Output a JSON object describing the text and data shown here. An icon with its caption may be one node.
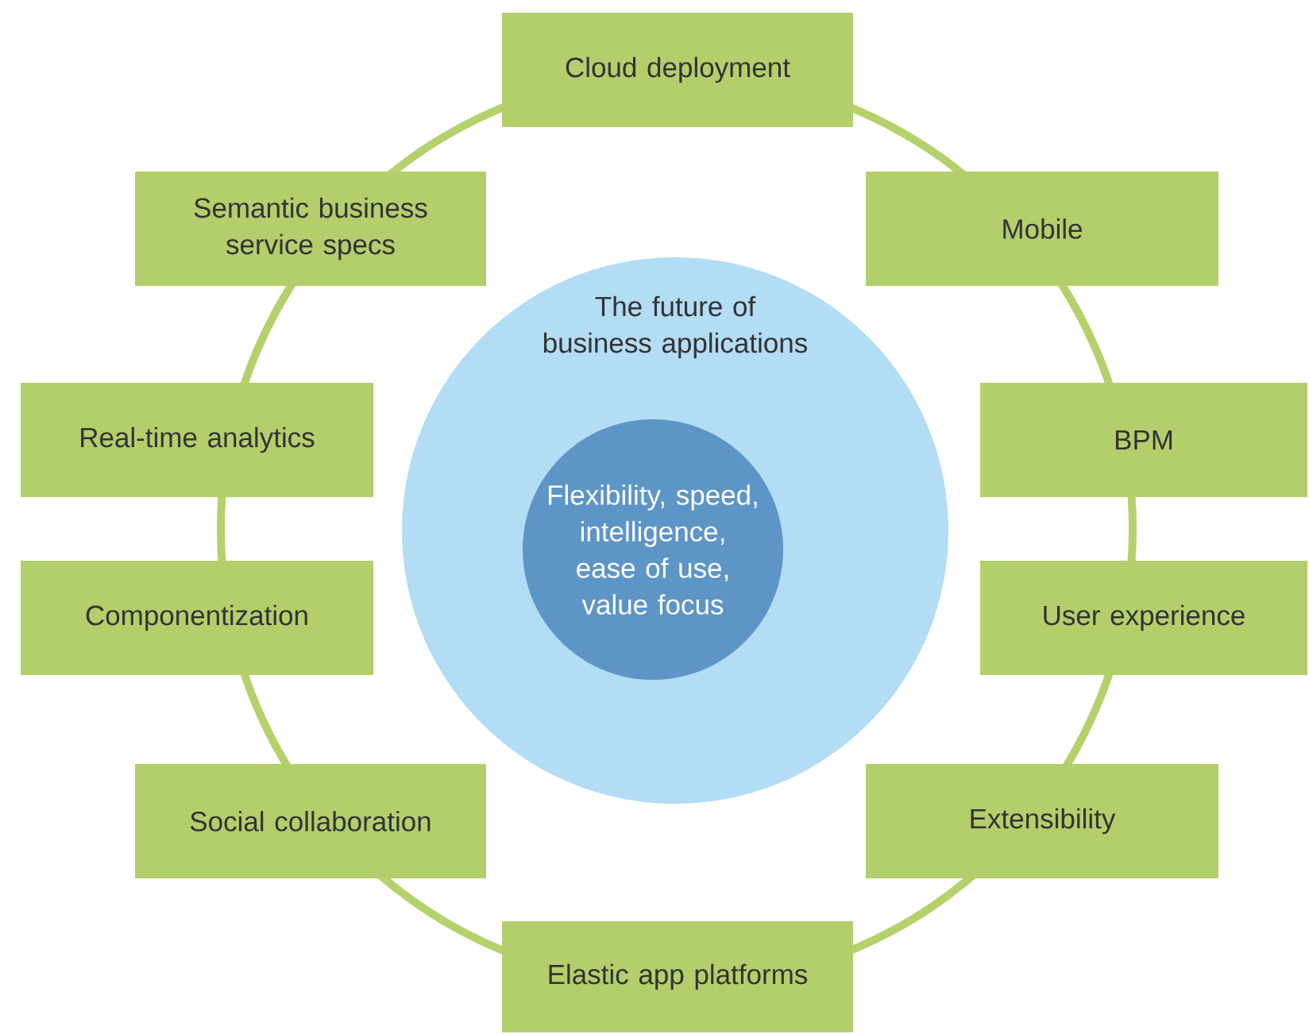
{
  "diagram": {
    "nodes": [
      {
        "text": [
          "Cloud deployment"
        ]
      },
      {
        "text": [
          "Semantic business service specs"
        ]
      },
      {
        "text": [
          "Mobile"
        ]
      },
      {
        "text": [
          "The future of business applications"
        ]
      },
      {
        "text": [
          "Flexibility, speed, intelligence, ease of use, value focus"
        ],
        "in": 3
      },
      {
        "text": [
          "Real-time analytics"
        ]
      },
      {
        "text": [
          "BPM"
        ]
      },
      {
        "text": [
          "Componentization"
        ]
      },
      {
        "text": [
          "User experience"
        ]
      },
      {
        "text": [
          "Social collaboration"
        ]
      },
      {
        "text": [
          "Extensibility"
        ]
      },
      {
        "text": [
          "Elastic app platforms"
        ]
      }
    ]
  }
}
